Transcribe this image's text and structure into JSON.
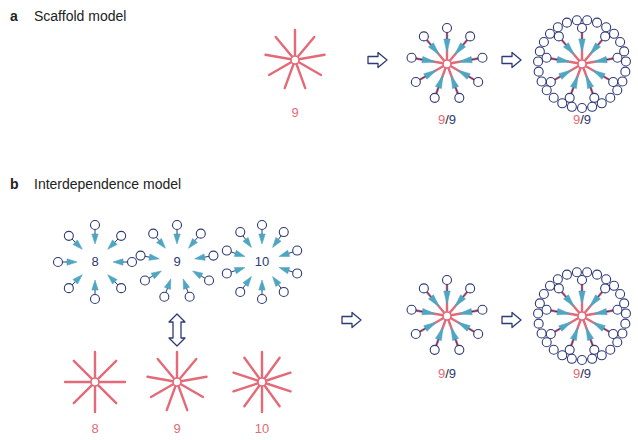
{
  "diagram": {
    "labels": [
      "a",
      "Scaffold model",
      "9",
      "9/9",
      "9/9",
      "b",
      "Interdependence model",
      "8",
      "9",
      "10",
      "8",
      "9",
      "10",
      "9/9",
      "9/9"
    ]
  }
}
